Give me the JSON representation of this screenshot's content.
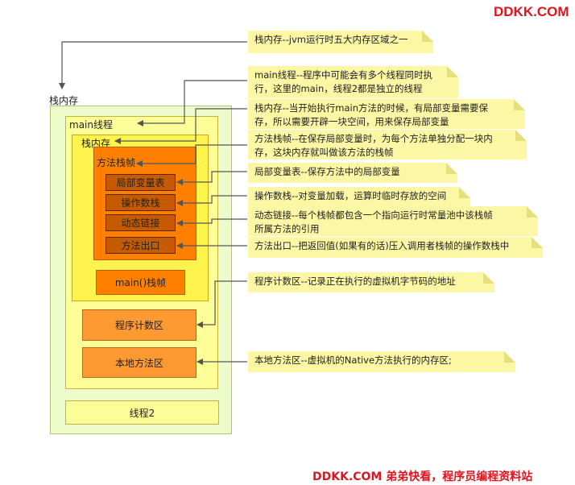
{
  "watermark_top": "DDKK.COM",
  "watermark_bottom": "DDKK.COM 弟弟快看，程序员编程资料站",
  "diagram": {
    "stack_memory_outer": "栈内存",
    "main_thread": "main线程",
    "stack_memory_inner": "栈内存",
    "method_frame": "方法栈帧",
    "local_var_table": "局部变量表",
    "operand_stack": "操作数栈",
    "dynamic_link": "动态链接",
    "method_exit": "方法出口",
    "main_frame": "main()栈帧",
    "pc_register": "程序计数区",
    "native_method": "本地方法区",
    "thread2": "线程2"
  },
  "notes": [
    {
      "lines": [
        "栈内存--jvm运行时五大内存区域之一"
      ]
    },
    {
      "lines": [
        "main线程--程序中可能会有多个线程同时执",
        "行，这里的main，线程2都是独立的线程"
      ]
    },
    {
      "lines": [
        "栈内存--当开始执行main方法的时候，有局部变量需要保",
        "存，所以需要开辟一块空间，用来保存局部变量"
      ]
    },
    {
      "lines": [
        "方法栈帧--在保存局部变量时，为每个方法单独分配一块内",
        "存，这块内存就叫做该方法的栈帧"
      ]
    },
    {
      "lines": [
        "局部变量表--保存方法中的局部变量"
      ]
    },
    {
      "lines": [
        "操作数栈--对变量加载，运算时临时存放的空间"
      ]
    },
    {
      "lines": [
        "动态链接--每个栈帧都包含一个指向运行时常量池中该栈帧",
        "所属方法的引用"
      ]
    },
    {
      "lines": [
        "方法出口--把返回值(如果有的话)压入调用者栈帧的操作数栈中"
      ]
    },
    {
      "lines": [
        "程序计数区--记录正在执行的虚拟机字节码的地址"
      ]
    },
    {
      "lines": [
        "本地方法区--虚拟机的Native方法执行的内存区;"
      ]
    }
  ]
}
